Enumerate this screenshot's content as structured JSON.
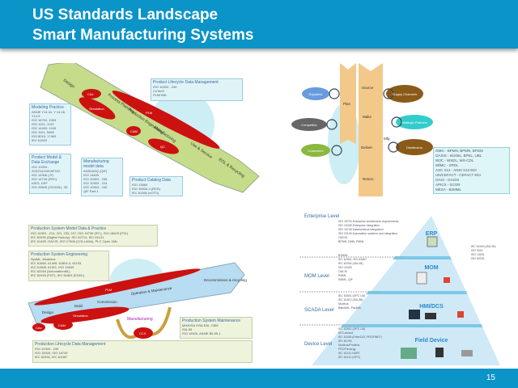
{
  "header": {
    "title1": "US Standards Landscape",
    "title2": "Smart Manufacturing Systems"
  },
  "footer": {
    "page": "15"
  },
  "q1": {
    "stages": [
      "Design",
      "Process Planning",
      "Production Engineering",
      "Manufacturing",
      "Use & Service",
      "EOL & Recycling"
    ],
    "ovals": [
      "CAx",
      "Simulation",
      "PLM",
      "CAM",
      "QC"
    ],
    "boxes": [
      {
        "title": "Product Lifecycle Data Management",
        "items": [
          "ISO 10303 - 239",
          "CoTaxS",
          "PLM/XML"
        ]
      },
      {
        "title": "Modeling Practice",
        "items": [
          "ASME Y14.41, Y 14.46, Y14.5",
          "ISO 16792, 2003",
          "ISO 1101, 1129",
          "ISO 14405, 1045",
          "ISO 1101, 5458",
          "ISO 8015, 17463",
          "IEC 61629"
        ]
      },
      {
        "title": "Product Model & Data Exchange",
        "items": [
          "ISO 10303 - 203/214/242/AP242",
          "ISO 14306 (JT)",
          "ISO 14739 (PRC)",
          "IGES, DXF",
          "ISO 29500 (OOXML), 3D"
        ]
      },
      {
        "title": "Manufacturing model data",
        "items": [
          "ANSI/ASQ (QIF)",
          "ISO 14649",
          "ISO 10303 - 238",
          "ISO 10303 - 224",
          "ISO 10303 - 240",
          "QIF Part 1"
        ]
      },
      {
        "title": "Product Catalog Data",
        "items": [
          "ISO 13584",
          "ISO 15926-4 (RDS)",
          "IEC 61360 (eOTD)"
        ]
      }
    ]
  },
  "q2": {
    "columns": [
      "Plan",
      "Source",
      "Make",
      "Deliver",
      "Return"
    ],
    "mfg": "Mfg",
    "partners": [
      "Suppliers",
      "Competitor",
      "Customers",
      "Supply Channels",
      "Strategic Partners",
      "Distributors"
    ],
    "standards": [
      "OMG - BPMN, BPMN, BPDM",
      "OASIS - ebXML, BPEL, UBL",
      "W3C - WSDL, WS-CDL",
      "WfMC - XPDL",
      "ASC X12 - ANSI X12 EDI",
      "UN/CEFACT - CEFACT EDI",
      "OAGi - OAGIS",
      "APICS - SCOR",
      "MESA - B2MML"
    ]
  },
  "q3": {
    "stages": [
      "Design",
      "Build",
      "Commission",
      "Operation & Maintenance",
      "Decommission & recycling"
    ],
    "ovals": [
      "PLM",
      "Simulation",
      "CAx",
      "CAM",
      "CCX"
    ],
    "manufacturing": "Manufacturing",
    "boxes": [
      {
        "title": "Production System Model Data & Practice",
        "items": [
          "ISO 10303 - 214, 221, 233, 227, ISO 16739 (IFC), ISO 18629 (PSL)",
          "IEC 62832 (Digital Factory), IEC 62714, IEC 61131",
          "IEC 61499, OACIS, ISO 17506 (COLLADA), PLC Open XML"
        ]
      },
      {
        "title": "Production System Engineering",
        "items": [
          "SysML, Modelica",
          "IEC 61660, 61499, 61804-3, 61193",
          "IEC 61508, 61511, ISO 13849",
          "IEC 62264 (AutomationML)",
          "IEC 62453 (FDT), IEC 61804 (EDDL)"
        ]
      },
      {
        "title": "Production System Maintenance",
        "items": [
          "MIMOSA OSA-EAI, CBM",
          "ISA-95",
          "ISO 15926, ASME B5.59-1"
        ]
      },
      {
        "title": "Production Lifecycle Data Management",
        "items": [
          "ISO 10303 - 239",
          "ISO 15926, ISO 16739",
          "IEC 62832, IEC 61987"
        ]
      }
    ]
  },
  "q4": {
    "levels": [
      {
        "name": "Enterprise Level",
        "items": [
          "ISO 15704 Enterprise architecture requirements",
          "ISO 19439 Enterprise Integration",
          "ISO 15745 Data/schema integration",
          "ISO 20140 Automation systems and integration",
          "OAGIS",
          "BPMN, DMN, PMML"
        ]
      },
      {
        "name": "MOM Level",
        "items": [
          "B2MML",
          "IEC 62541, IEC 62657",
          "IEC 62264 (ISA-95)",
          "ISO 22400",
          "OACIS",
          "PMML",
          "SMML, QIF"
        ]
      },
      {
        "name": "SCADA Level",
        "items": [
          "IEC 62541 (OPC UA)",
          "IEC 61512 (ISA-88)",
          "Modbus",
          "BatchML, PackML"
        ]
      },
      {
        "name": "Device Level",
        "items": [
          "IEC 62541 (OPC UA)",
          "MTConnect",
          "IEC 61158 (EtherCAT, PROFINET)",
          "IEC 61784",
          "Modbus/Profibus",
          "PROFIenergy",
          "IEC 61131 HART",
          "IEC 61131 (OPC)"
        ]
      }
    ],
    "tiers": [
      "ERP",
      "MOM",
      "HMI/DCS",
      "Field Device"
    ],
    "right_items": [
      "IEC 62443 (ISA-99)",
      "ISO 9001",
      "ISO 14001",
      "ISO 50001"
    ]
  }
}
